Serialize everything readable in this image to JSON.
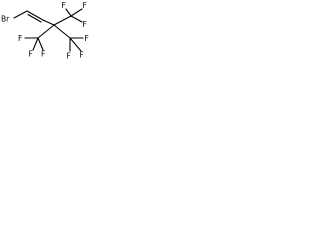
{
  "molecule": {
    "atoms": {
      "bromine": "Br",
      "fluorines": [
        "F",
        "F",
        "F",
        "F",
        "F",
        "F",
        "F",
        "F",
        "F"
      ]
    },
    "colors": {
      "bond": "#000000",
      "label": "#000000",
      "background": "#ffffff"
    }
  }
}
